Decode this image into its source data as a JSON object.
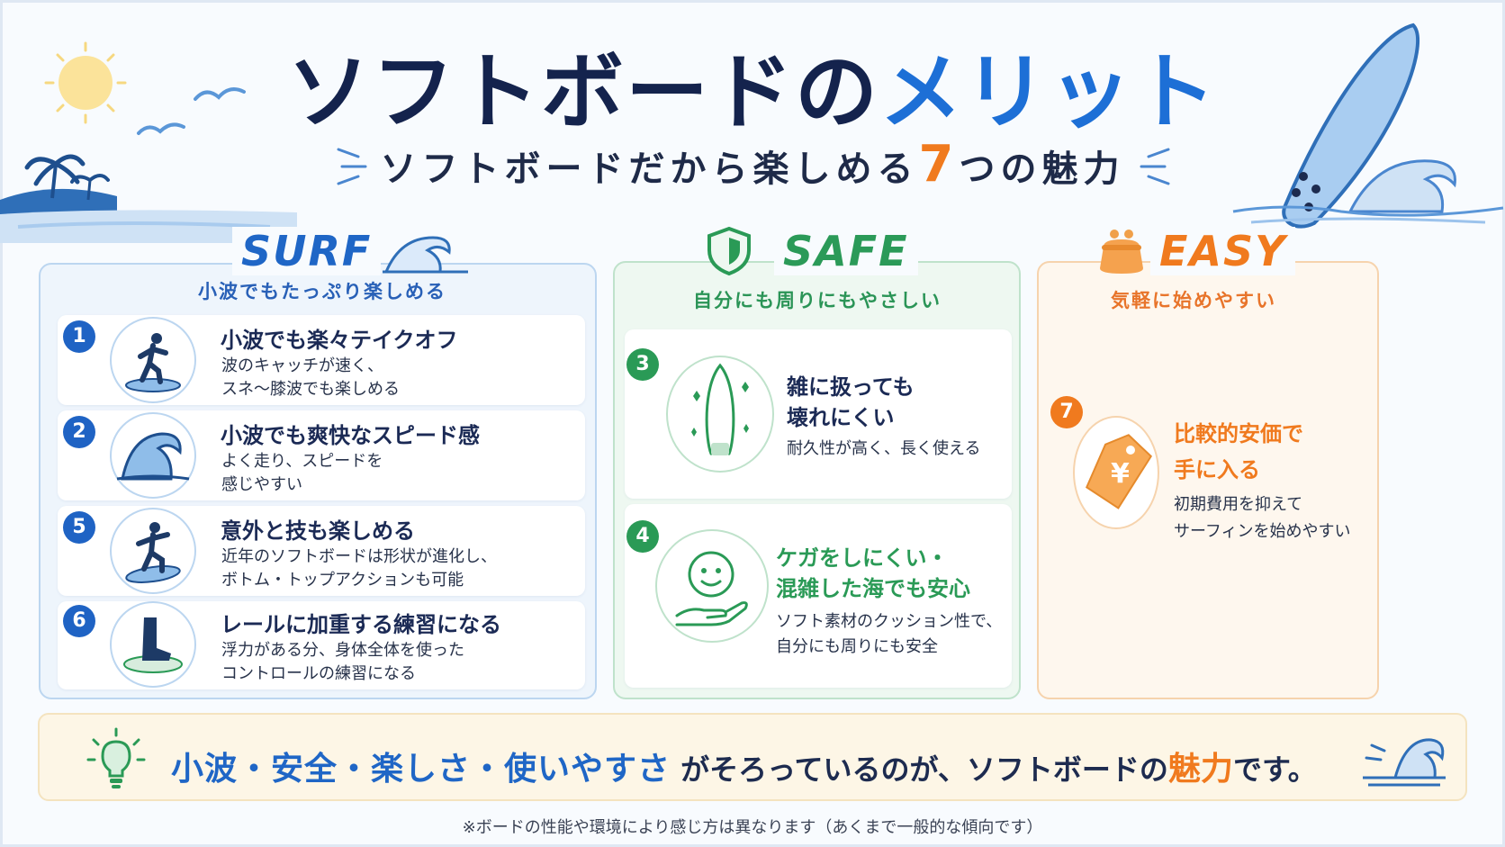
{
  "header": {
    "title_main": "ソフトボードの",
    "title_accent": "メリット",
    "subtitle_before": "ソフトボードだから楽しめる",
    "subtitle_number": "7",
    "subtitle_after": "つの魅力"
  },
  "panels": {
    "surf": {
      "heading": "SURF",
      "tagline": "小波でもたっぷり楽しめる",
      "items": [
        {
          "number": "1",
          "title": "小波でも楽々テイクオフ",
          "lines": [
            "波のキャッチが速く、",
            "スネ〜膝波でも楽しめる"
          ]
        },
        {
          "number": "2",
          "title": "小波でも爽快なスピード感",
          "lines": [
            "よく走り、スピードを",
            "感じやすい"
          ]
        },
        {
          "number": "5",
          "title": "意外と技も楽しめる",
          "lines": [
            "近年のソフトボードは形状が進化し、",
            "ボトム・トップアクションも可能"
          ]
        },
        {
          "number": "6",
          "title": "レールに加重する練習になる",
          "lines": [
            "浮力がある分、身体全体を使った",
            "コントロールの練習になる"
          ]
        }
      ]
    },
    "safe": {
      "heading": "SAFE",
      "tagline": "自分にも周りにもやさしい",
      "items": [
        {
          "number": "3",
          "title_lines": [
            "雑に扱っても",
            "壊れにくい"
          ],
          "lines": [
            "耐久性が高く、長く使える"
          ]
        },
        {
          "number": "4",
          "title_lines": [
            "ケガをしにくい・",
            "混雑した海でも安心"
          ],
          "lines": [
            "ソフト素材のクッション性で、",
            "自分にも周りにも安全"
          ]
        }
      ]
    },
    "easy": {
      "heading": "EASY",
      "tagline": "気軽に始めやすい",
      "items": [
        {
          "number": "7",
          "title_lines": [
            "比較的安価で",
            "手に入る"
          ],
          "lines": [
            "初期費用を抑えて",
            "サーフィンを始めやすい"
          ],
          "tag_symbol": "¥"
        }
      ]
    }
  },
  "summary": {
    "keywords": "小波・安全・楽しさ・使いやすさ",
    "middle": "がそろっているのが、ソフトボードの",
    "highlight": "魅力",
    "end": "です。"
  },
  "footnote": "※ボードの性能や環境により感じ方は異なります（あくまで一般的な傾向です）",
  "colors": {
    "navy": "#14234d",
    "blue": "#1f66c6",
    "green": "#2a9a56",
    "orange": "#f07a1e"
  },
  "icons": [
    "sun-icon",
    "seagull-icon",
    "palm-island-icon",
    "surfboard-icon",
    "wave-icon",
    "shield-icon",
    "purse-icon",
    "surfer-icon",
    "foot-icon",
    "board-icon",
    "smile-hand-icon",
    "price-tag-icon",
    "lightbulb-icon"
  ]
}
